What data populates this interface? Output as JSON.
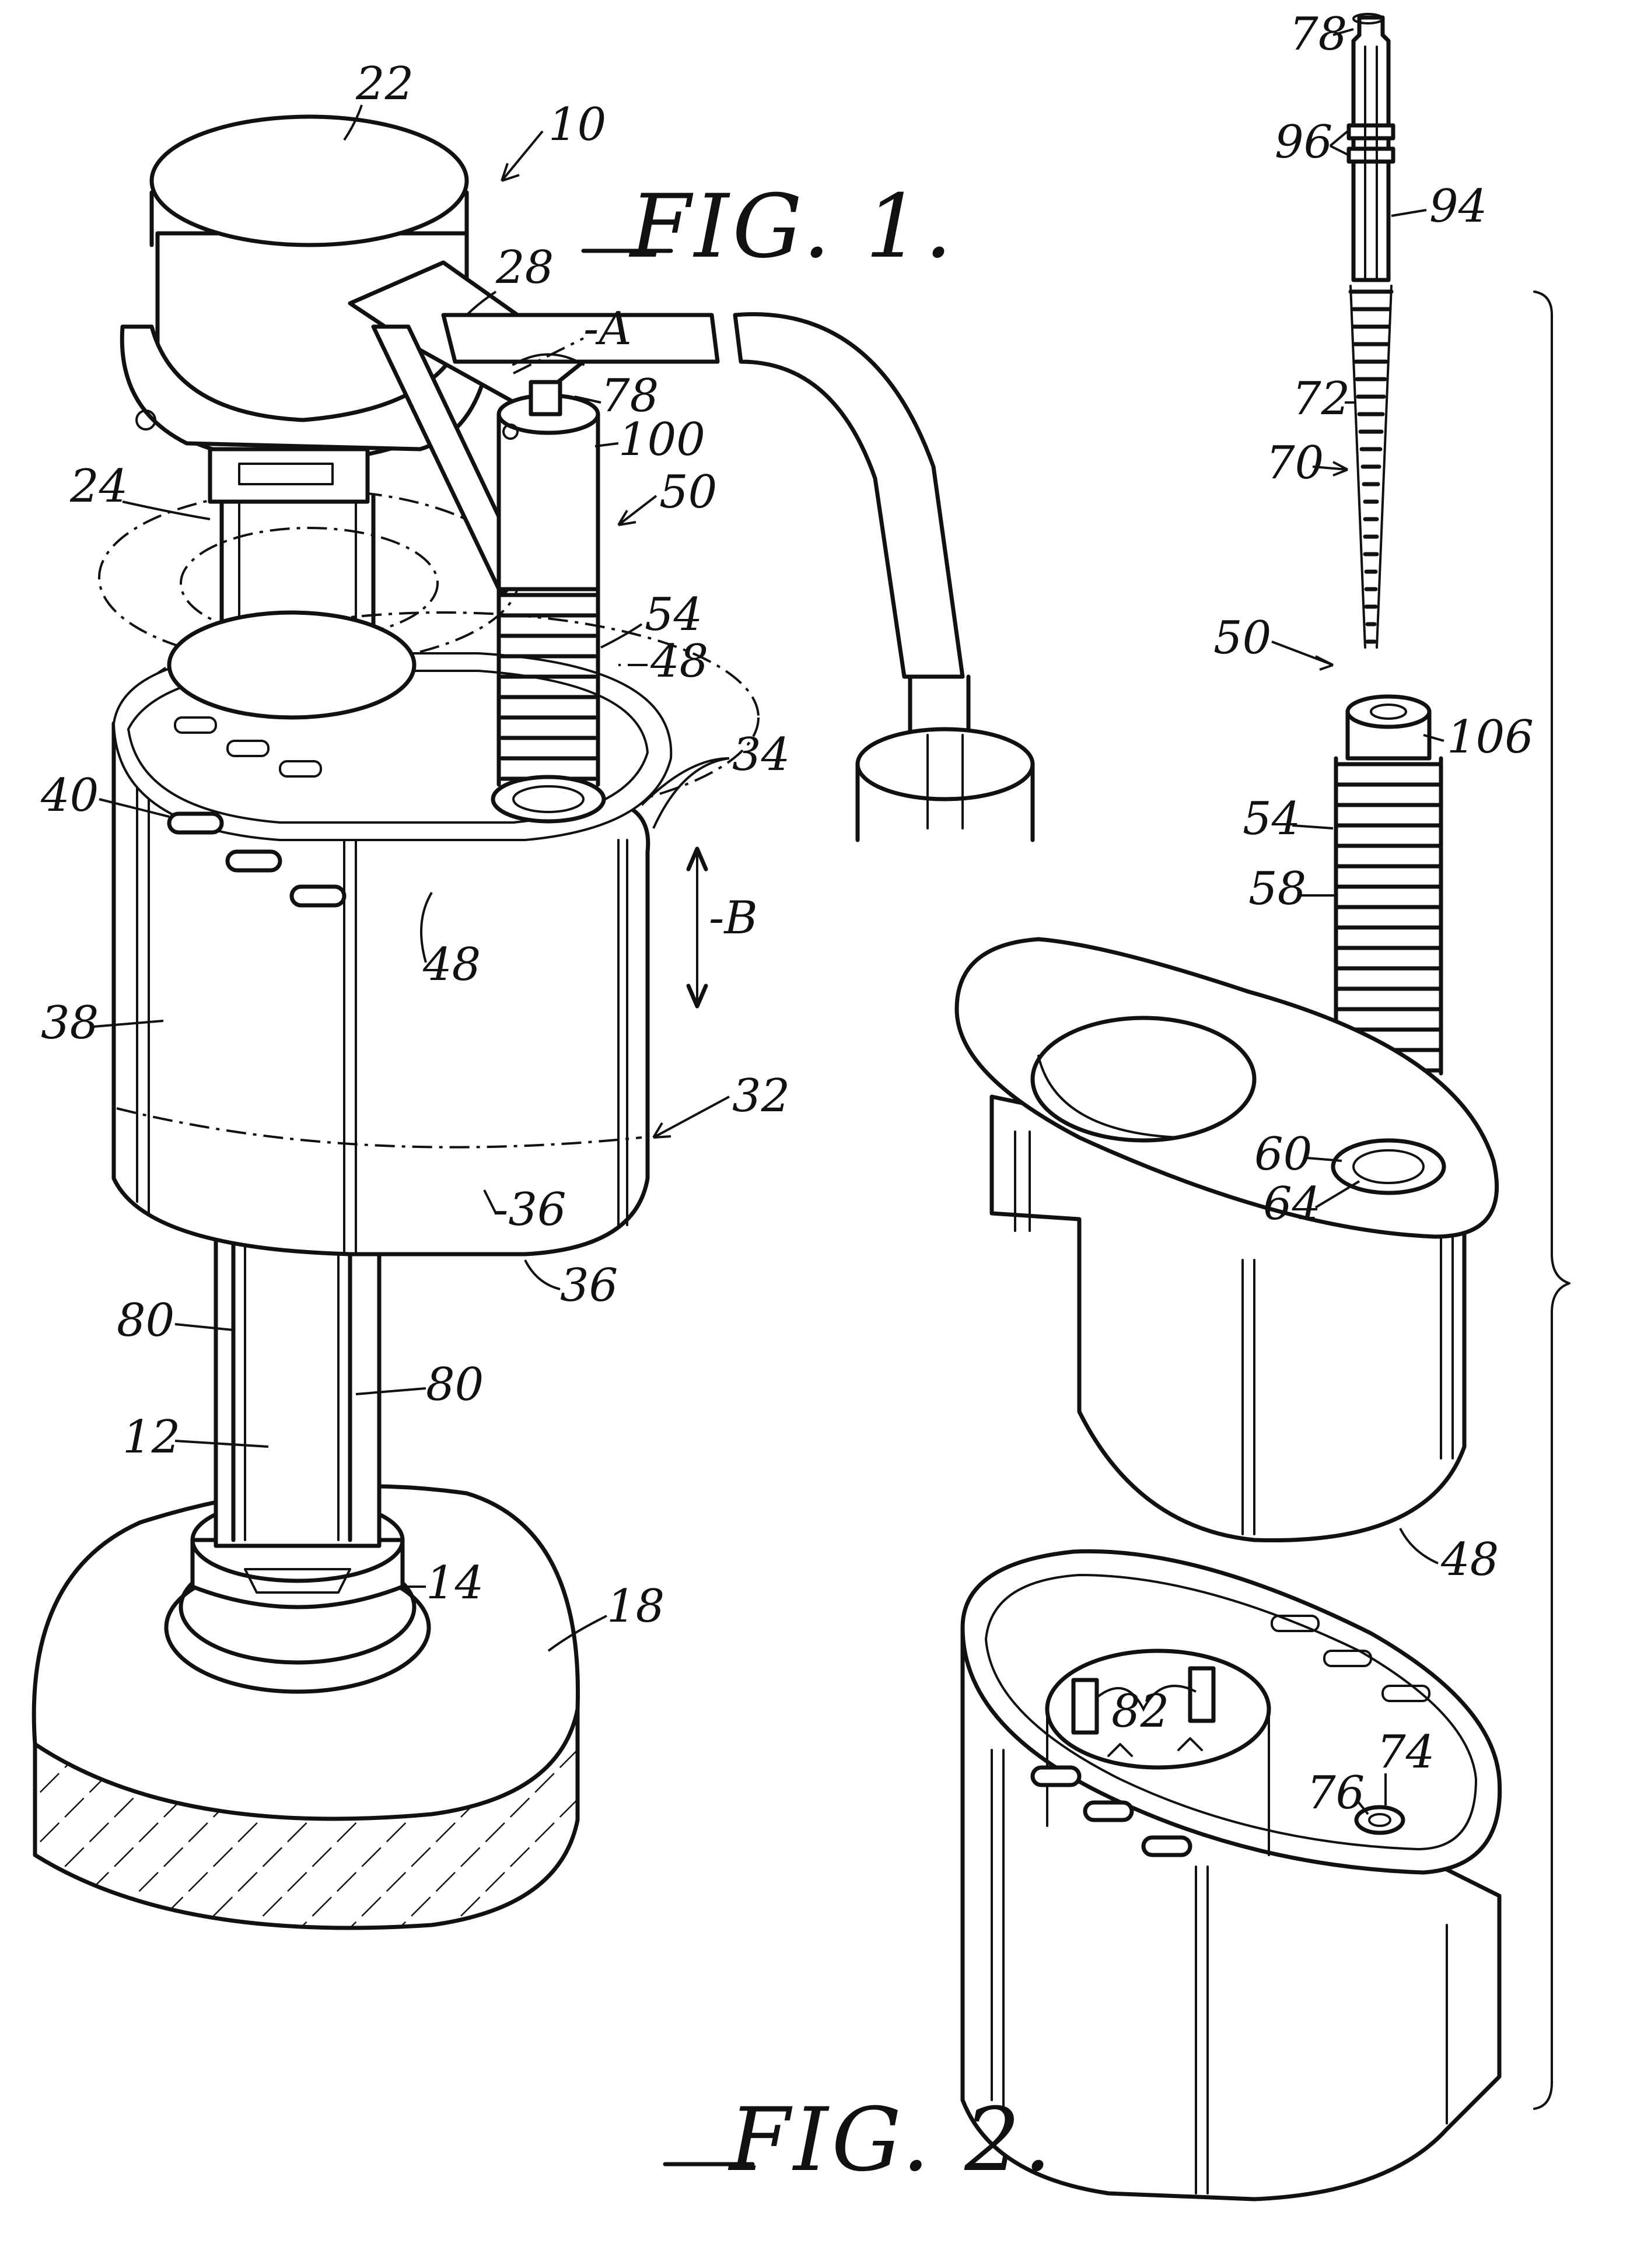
{
  "figures": [
    {
      "id": "fig1",
      "caption": "FIG. 1."
    },
    {
      "id": "fig2",
      "caption": "FIG. 2."
    }
  ],
  "fig1_labels": {
    "assembly": "10",
    "riser": "12",
    "nut": "14",
    "tank_bottom": "18",
    "valve_cap": "22",
    "flange": "24",
    "arm": "28",
    "float_cup": "32",
    "rim": "34",
    "bottom_a": "36",
    "bottom_b": "-36",
    "cup_wall": "38",
    "slots": "40",
    "insert_a": "48",
    "insert_b": "48",
    "adjuster": "50",
    "spring": "54",
    "pivot": "78",
    "ribs_left": "80",
    "ribs_right": "80",
    "collar": "100",
    "arrow_a": "-A",
    "arrow_b": "-B"
  },
  "fig2_labels": {
    "rod_top": "78",
    "rings": "96",
    "rod": "94",
    "threads": "72",
    "rod_assembly": "70",
    "adjuster": "50",
    "sleeve_top": "106",
    "spring": "54",
    "coil": "58",
    "hole": "60",
    "boss": "64",
    "insert": "48",
    "lugs": "82",
    "socket": "74",
    "bore": "76"
  }
}
